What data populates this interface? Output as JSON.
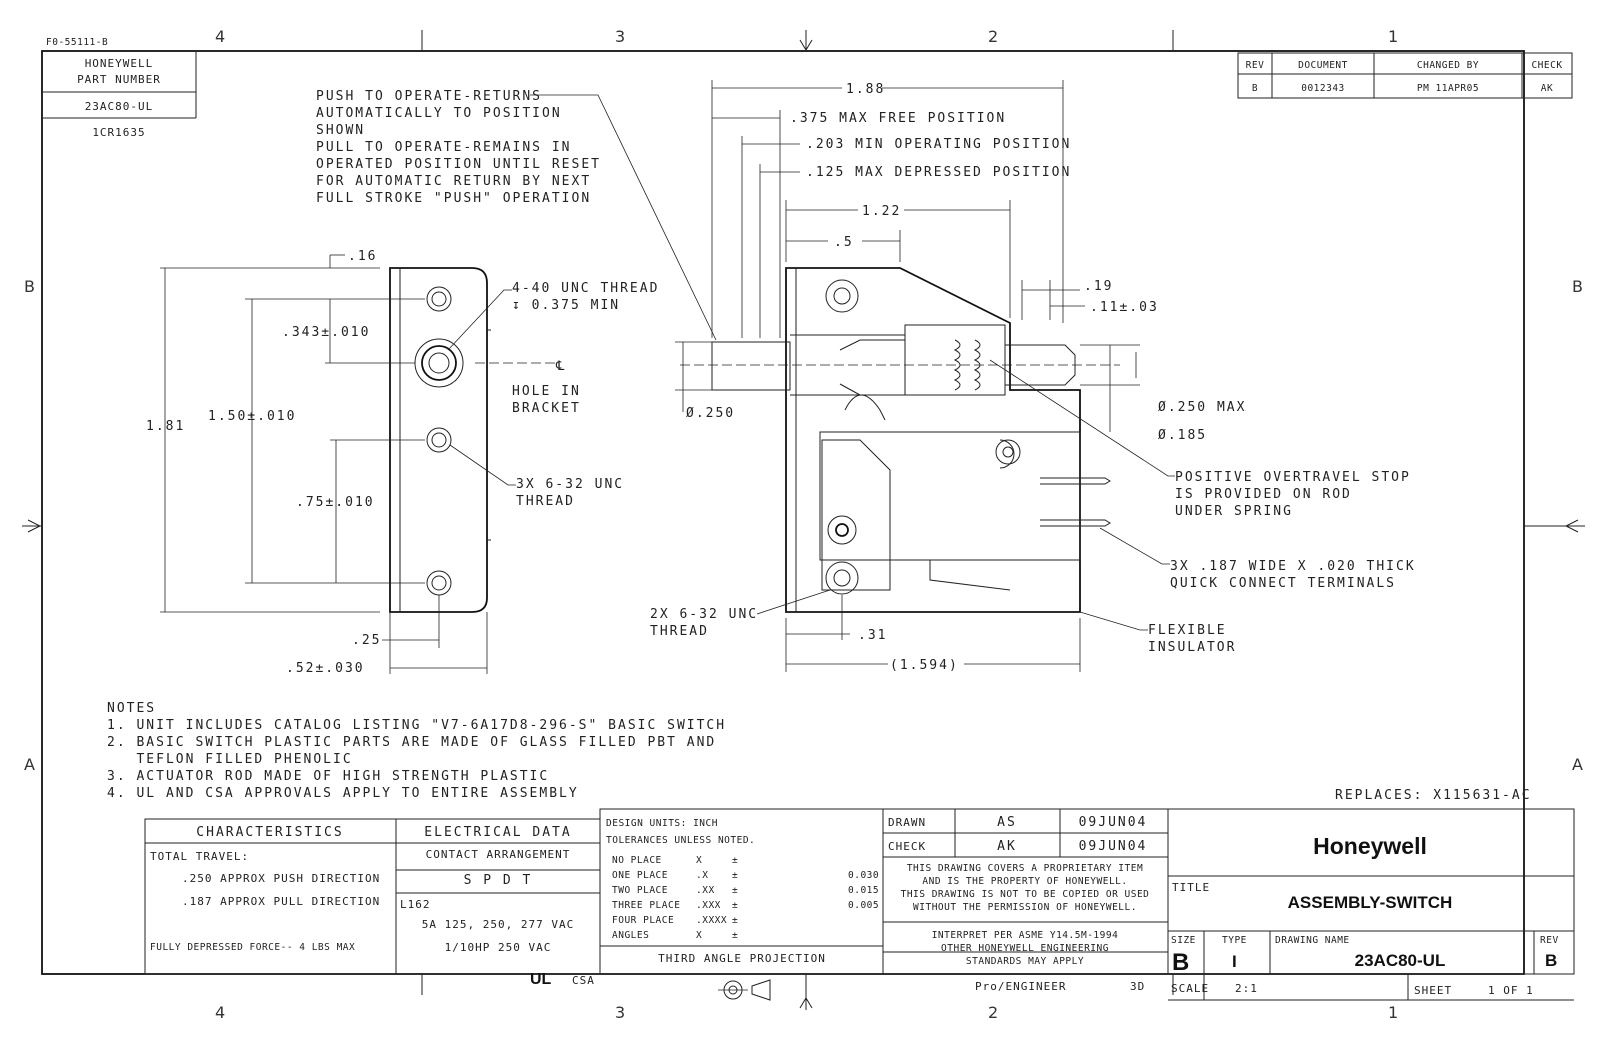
{
  "sheet": {
    "form_no": "F0-55111-B",
    "zones_top": [
      "4",
      "3",
      "2",
      "1"
    ],
    "zones_side": [
      "B",
      "A"
    ]
  },
  "part_box": {
    "label_line1": "HONEYWELL",
    "label_line2": "PART NUMBER",
    "part_no": "23AC80-UL",
    "cr_no": "1CR1635"
  },
  "rev_table": {
    "headers": [
      "REV",
      "DOCUMENT",
      "CHANGED BY",
      "CHECK"
    ],
    "row": [
      "B",
      "0012343",
      "PM   11APR05",
      "AK"
    ]
  },
  "callouts": {
    "push_pull": [
      "PUSH TO OPERATE-RETURNS",
      "AUTOMATICALLY TO POSITION",
      "SHOWN",
      "PULL TO OPERATE-REMAINS IN",
      "OPERATED POSITION UNTIL RESET",
      "FOR AUTOMATIC RETURN BY NEXT",
      "FULL STROKE \"PUSH\" OPERATION"
    ],
    "thread_440": [
      "4-40 UNC THREAD",
      "↧ 0.375 MIN"
    ],
    "hole": [
      "HOLE IN",
      "BRACKET"
    ],
    "thread_632": [
      "3X 6-32 UNC",
      "THREAD"
    ],
    "thread_2x": [
      "2X 6-32 UNC",
      "THREAD"
    ],
    "overtravel": [
      "POSITIVE OVERTRAVEL STOP",
      "IS PROVIDED ON ROD",
      "UNDER SPRING"
    ],
    "terminals": [
      "3X .187 WIDE X .020 THICK",
      "QUICK CONNECT TERMINALS"
    ],
    "insulator": [
      "FLEXIBLE",
      "INSULATOR"
    ],
    "centerline": "℄"
  },
  "dims": {
    "d188": "1.88",
    "d375": ".375 MAX FREE POSITION",
    "d203": ".203 MIN OPERATING POSITION",
    "d125": ".125 MAX DEPRESSED POSITION",
    "d122": "1.22",
    "d5": ".5",
    "d16": ".16",
    "d343": ".343±.010",
    "d150": "1.50±.010",
    "d181": "1.81",
    "d75": ".75±.010",
    "d25": ".25",
    "d52": ".52±.030",
    "d250dia": "Ø.250",
    "d19": ".19",
    "d11": ".11±.03",
    "d250max": "Ø.250 MAX",
    "d185": "Ø.185",
    "d31": ".31",
    "d1594": "(1.594)"
  },
  "notes": [
    "NOTES",
    "1. UNIT INCLUDES CATALOG LISTING \"V7-6A17D8-296-S\" BASIC SWITCH",
    "2. BASIC SWITCH PLASTIC PARTS ARE MADE OF GLASS FILLED PBT AND",
    "   TEFLON FILLED PHENOLIC",
    "3. ACTUATOR ROD MADE OF HIGH STRENGTH PLASTIC",
    "4. UL AND CSA APPROVALS APPLY TO ENTIRE ASSEMBLY"
  ],
  "replaces": "REPLACES: X115631-AC",
  "characteristics": {
    "header": "CHARACTERISTICS",
    "total_travel": "TOTAL TRAVEL:",
    "push": ".250 APPROX PUSH DIRECTION",
    "pull": ".187 APPROX PULL DIRECTION",
    "force": "FULLY DEPRESSED FORCE-- 4 LBS MAX"
  },
  "electrical": {
    "header": "ELECTRICAL DATA",
    "contact": "CONTACT ARRANGEMENT",
    "spdt": "S P D T",
    "l162": "L162",
    "rating1": "5A 125, 250, 277 VAC",
    "rating2": "1/10HP 250 VAC",
    "csa": "CSA"
  },
  "tolerances": {
    "units": "DESIGN UNITS:  INCH",
    "unless": "TOLERANCES UNLESS NOTED.",
    "rows": [
      {
        "label": "NO PLACE",
        "fmt": "X",
        "pm": "±",
        "val": ""
      },
      {
        "label": "ONE PLACE",
        "fmt": ".X",
        "pm": "±",
        "val": "0.030"
      },
      {
        "label": "TWO PLACE",
        "fmt": ".XX",
        "pm": "±",
        "val": "0.015"
      },
      {
        "label": "THREE PLACE",
        "fmt": ".XXX",
        "pm": "±",
        "val": "0.005"
      },
      {
        "label": "FOUR PLACE",
        "fmt": ".XXXX",
        "pm": "±",
        "val": ""
      },
      {
        "label": "ANGLES",
        "fmt": "X",
        "pm": "±",
        "val": ""
      }
    ],
    "projection": "THIRD ANGLE PROJECTION"
  },
  "approval": {
    "drawn_label": "DRAWN",
    "drawn_by": "AS",
    "drawn_date": "09JUN04",
    "check_label": "CHECK",
    "check_by": "AK",
    "check_date": "09JUN04",
    "proprietary": [
      "THIS DRAWING COVERS A PROPRIETARY ITEM",
      "AND IS THE PROPERTY OF HONEYWELL.",
      "THIS DRAWING IS NOT TO BE COPIED OR USED",
      "WITHOUT THE PERMISSION OF HONEYWELL."
    ],
    "interpret": [
      "INTERPRET PER ASME Y14.5M-1994",
      "OTHER HONEYWELL ENGINEERING",
      "STANDARDS MAY APPLY"
    ],
    "proe": "Pro/ENGINEER",
    "proe_3d": "3D"
  },
  "title_block": {
    "brand": "Honeywell",
    "title_label": "TITLE",
    "title": "ASSEMBLY-SWITCH",
    "size_label": "SIZE",
    "size": "B",
    "type_label": "TYPE",
    "type": "I",
    "dwg_label": "DRAWING NAME",
    "dwg": "23AC80-UL",
    "rev_label": "REV",
    "rev": "B",
    "scale_label": "SCALE",
    "scale": "2:1",
    "sheet_label": "SHEET",
    "sheet": "1 OF 1"
  }
}
